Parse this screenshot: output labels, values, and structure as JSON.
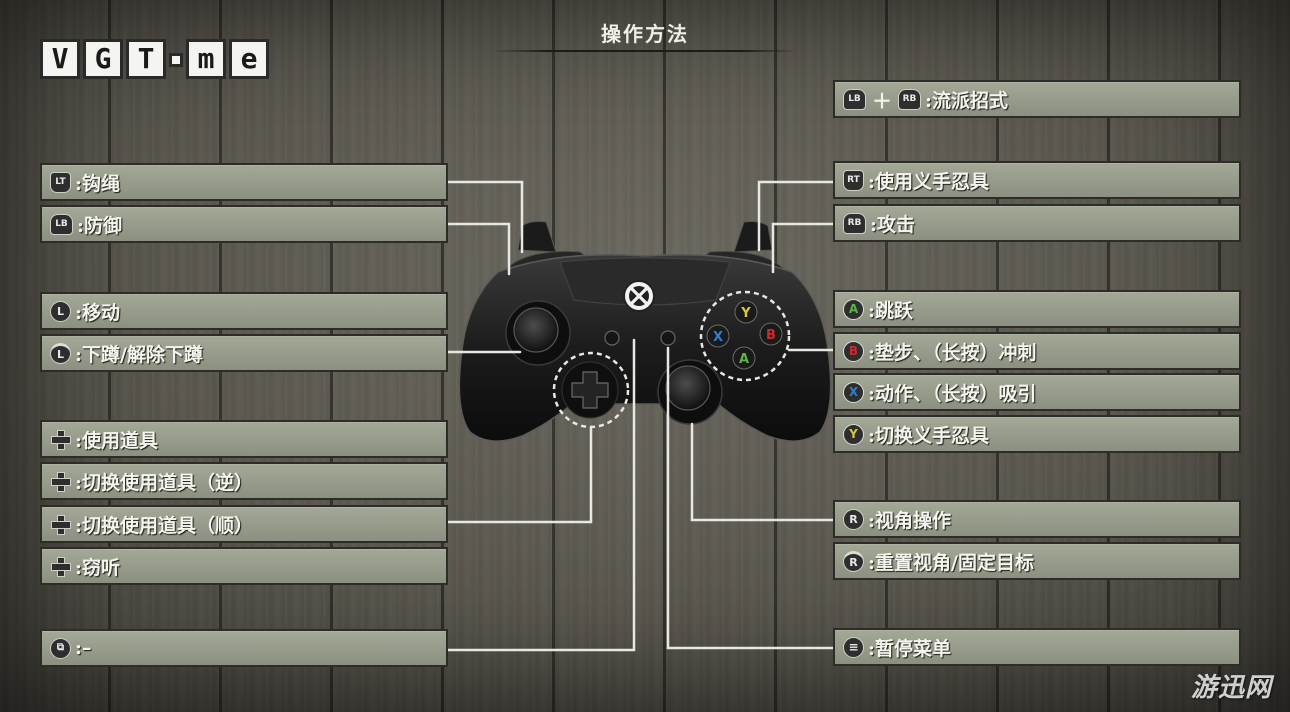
{
  "screen": {
    "title": "操作方法",
    "logo_letters": [
      "V",
      "G",
      "T",
      "",
      "m",
      "e"
    ],
    "watermark": "游迅网"
  },
  "colors": {
    "panel": "#959a8a",
    "button_a": "#5fb34a",
    "button_b": "#d0282c",
    "button_x": "#2f7fd0",
    "button_y": "#d9c63a"
  },
  "left_controls": [
    {
      "id": "lt",
      "icon": "trigger-icon",
      "icon_text": "LT",
      "label": ":钩绳"
    },
    {
      "id": "lb",
      "icon": "bumper-icon",
      "icon_text": "LB",
      "label": ":防御"
    },
    {
      "id": "ls",
      "icon": "stick-icon",
      "icon_text": "L",
      "label": ":移动"
    },
    {
      "id": "ls-press",
      "icon": "stick-press-icon",
      "icon_text": "L",
      "label": ":下蹲/解除下蹲"
    },
    {
      "id": "dpad-up",
      "icon": "dpad-icon",
      "icon_text": "",
      "label": ":使用道具"
    },
    {
      "id": "dpad-left",
      "icon": "dpad-icon",
      "icon_text": "",
      "label": ":切换使用道具（逆）"
    },
    {
      "id": "dpad-right",
      "icon": "dpad-icon",
      "icon_text": "",
      "label": ":切换使用道具（顺）"
    },
    {
      "id": "dpad-down",
      "icon": "dpad-icon",
      "icon_text": "",
      "label": ":窃听"
    },
    {
      "id": "view",
      "icon": "view-icon",
      "icon_text": "⧉",
      "label": ":–"
    }
  ],
  "right_controls": [
    {
      "id": "lb-rb",
      "icon": "bumper-icon",
      "icon_text": "LB",
      "icon2": "bumper-icon",
      "icon2_text": "RB",
      "plus": "＋",
      "label": ":流派招式"
    },
    {
      "id": "rt",
      "icon": "trigger-icon",
      "icon_text": "RT",
      "label": ":使用义手忍具"
    },
    {
      "id": "rb",
      "icon": "bumper-icon",
      "icon_text": "RB",
      "label": ":攻击"
    },
    {
      "id": "a",
      "icon": "button-a-icon",
      "icon_text": "A",
      "label": ":跳跃"
    },
    {
      "id": "b",
      "icon": "button-b-icon",
      "icon_text": "B",
      "label": ":垫步、（长按）冲刺"
    },
    {
      "id": "x",
      "icon": "button-x-icon",
      "icon_text": "X",
      "label": ":动作、（长按）吸引"
    },
    {
      "id": "y",
      "icon": "button-y-icon",
      "icon_text": "Y",
      "label": ":切换义手忍具"
    },
    {
      "id": "rs",
      "icon": "stick-icon",
      "icon_text": "R",
      "label": ":视角操作"
    },
    {
      "id": "rs-press",
      "icon": "stick-press-icon",
      "icon_text": "R",
      "label": ":重置视角/固定目标"
    },
    {
      "id": "menu",
      "icon": "menu-icon",
      "icon_text": "≡",
      "label": ":暂停菜单"
    }
  ]
}
